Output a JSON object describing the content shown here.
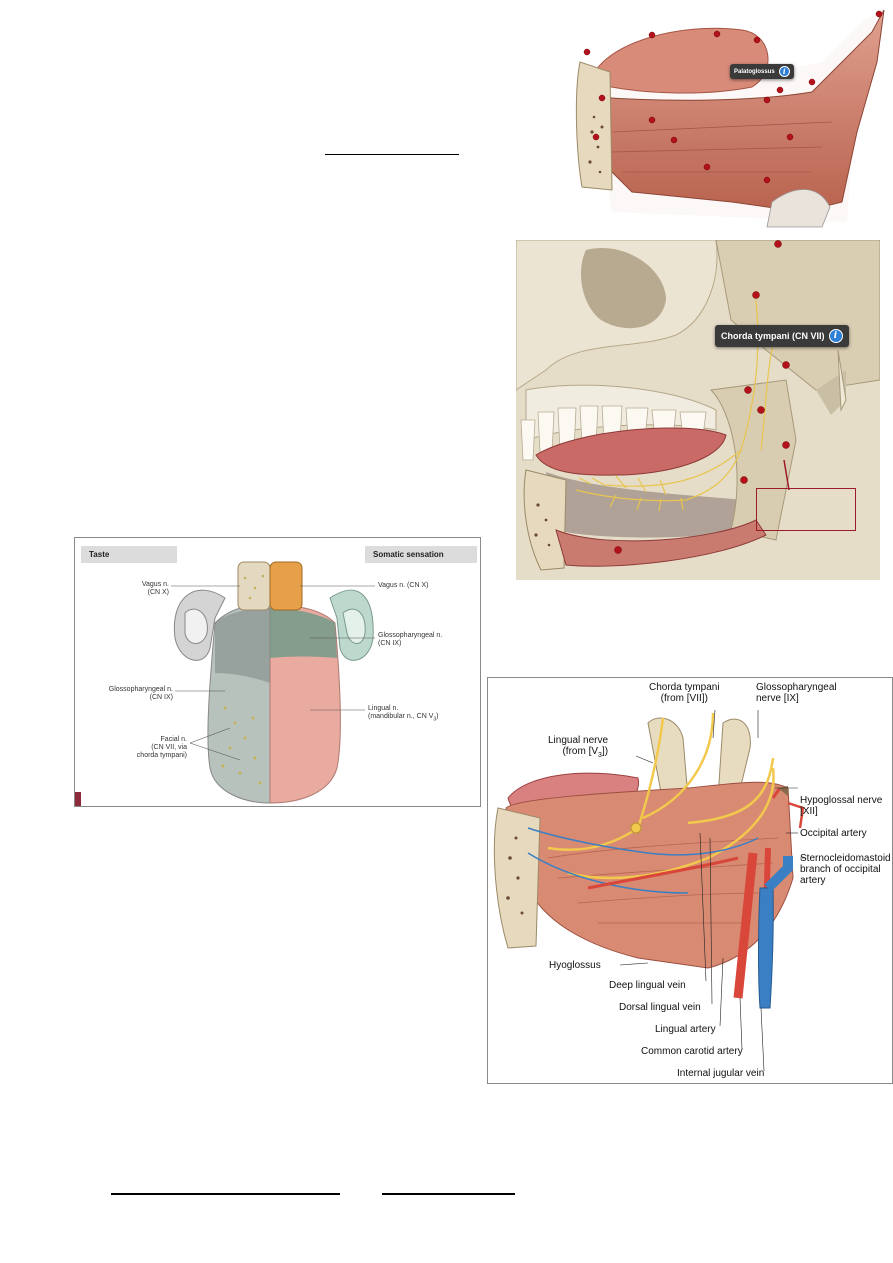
{
  "top_right": {
    "pin_label": "Palatoglossus"
  },
  "middle_right": {
    "pin_label": "Chorda tympani (CN VII)"
  },
  "taste_diagram": {
    "header_left": "Taste",
    "header_right": "Somatic sensation",
    "labels": {
      "vagus_left_1": "Vagus n.",
      "vagus_left_2": "(CN X)",
      "vagus_right": "Vagus n. (CN X)",
      "glosso_right_1": "Glossopharyngeal n.",
      "glosso_right_2": "(CN IX)",
      "glosso_left_1": "Glossopharyngeal n.",
      "glosso_left_2": "(CN IX)",
      "lingual_1": "Lingual n.",
      "lingual_2": "(mandibular n., CN V",
      "lingual_sub": "3",
      "lingual_3": ")",
      "facial_1": "Facial n.",
      "facial_2": "(CN VII, via",
      "facial_3": "chorda tympani)"
    }
  },
  "tongue_diagram": {
    "labels": {
      "chorda_1": "Chorda tympani",
      "chorda_2": "(from [VII])",
      "glosso_1": "Glossopharyngeal",
      "glosso_2": "nerve [IX]",
      "lingual_1": "Lingual nerve",
      "lingual_2a": "(from [V",
      "lingual_sub": "3",
      "lingual_2b": "])",
      "hypo_1": "Hypoglossal nerve",
      "hypo_2": "[XII]",
      "occipital": "Occipital artery",
      "scm_1": "Sternocleidomastoid",
      "scm_2": "branch of occipital",
      "scm_3": "artery",
      "hyoglossus": "Hyoglossus",
      "deep_lingual_vein": "Deep lingual vein",
      "dorsal_lingual_vein": "Dorsal lingual vein",
      "lingual_artery": "Lingual artery",
      "common_carotid": "Common carotid artery",
      "internal_jugular": "Internal jugular vein"
    }
  },
  "colors": {
    "muscle": "#c9735f",
    "muscle_light": "#e3a190",
    "bone": "#e8dcc0",
    "nerve": "#f2c94c",
    "artery": "#d9473a",
    "vein": "#3a7fc4",
    "pin": "#b3111b"
  }
}
